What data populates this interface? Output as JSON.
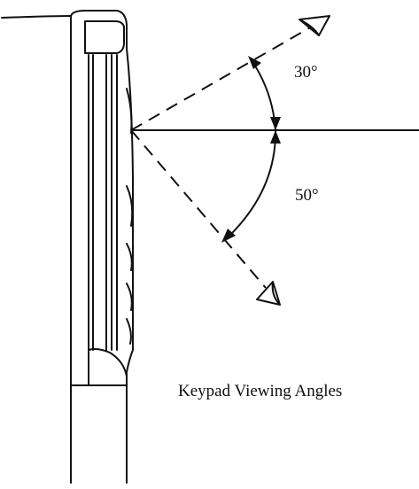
{
  "diagram": {
    "labels": {
      "angle_up": "30°",
      "angle_down": "50°",
      "caption": "Keypad Viewing Angles"
    },
    "angles": {
      "upper_deg": 30,
      "lower_deg": 50
    },
    "colors": {
      "ink": "#111111",
      "background": "#ffffff"
    },
    "icons": {
      "upper_eye": "eye-icon",
      "lower_eye": "eye-icon"
    }
  }
}
